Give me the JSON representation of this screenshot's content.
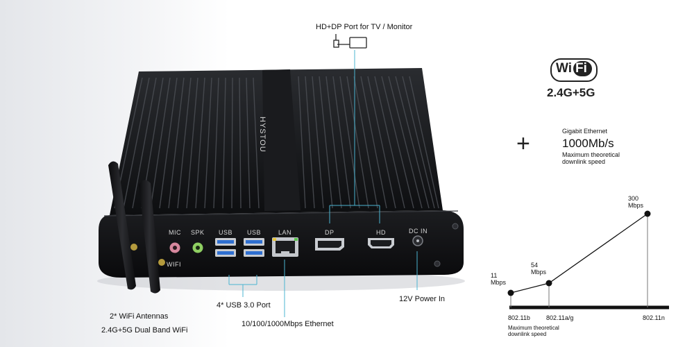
{
  "callouts": {
    "hd_dp": "HD+DP Port for TV / Monitor",
    "wifi_antennas_line1": "2* WiFi Antennas",
    "wifi_antennas_line2": "2.4G+5G Dual Band WiFi",
    "usb": "4* USB 3.0 Port",
    "ethernet": "10/100/1000Mbps Ethernet",
    "power": "12V Power In"
  },
  "device": {
    "brand": "HYSTOU",
    "port_labels": {
      "mic": "MIC",
      "spk": "SPK",
      "usb1": "USB",
      "usb2": "USB",
      "lan": "LAN",
      "dp": "DP",
      "hd": "HD",
      "dcin": "DC IN",
      "wifi": "WIFI"
    }
  },
  "wifi_badge": {
    "logo_text_1": "Wi",
    "logo_text_2": "Fi",
    "bands": "2.4G+5G"
  },
  "plus_sign": "+",
  "gigabit": {
    "title": "Gigabit Ethernet",
    "speed": "1000Mb/s",
    "note_line1": "Maximum theoretical",
    "note_line2": "downlink speed"
  },
  "speed_chart": {
    "points": [
      {
        "standard": "802.11b",
        "speed_line1": "11",
        "speed_line2": "Mbps",
        "mbps": 11
      },
      {
        "standard": "802.11a/g",
        "speed_line1": "54",
        "speed_line2": "Mbps",
        "mbps": 54
      },
      {
        "standard": "802.11n",
        "speed_line1": "300",
        "speed_line2": "Mbps",
        "mbps": 300
      }
    ],
    "footnote_line1": "Maximum theoretical",
    "footnote_line2": "downlink speed"
  }
}
